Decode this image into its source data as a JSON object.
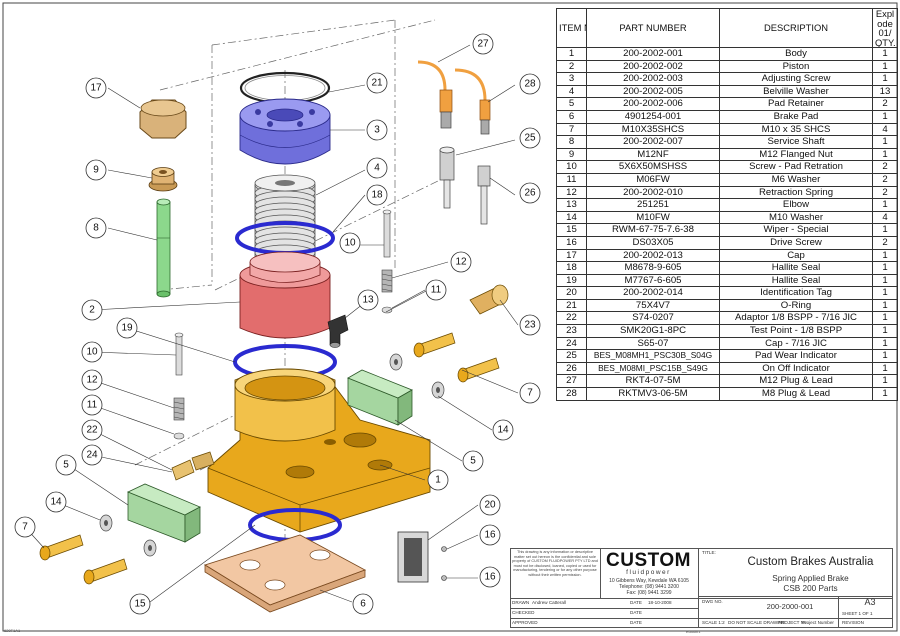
{
  "bom": {
    "headers": {
      "item": "ITEM NO.",
      "part": "PART NUMBER",
      "desc": "DESCRIPTION",
      "qty": "Expl ode 01/ QTY."
    },
    "rows": [
      {
        "item": "1",
        "part": "200-2002-001",
        "desc": "Body",
        "qty": "1"
      },
      {
        "item": "2",
        "part": "200-2002-002",
        "desc": "Piston",
        "qty": "1"
      },
      {
        "item": "3",
        "part": "200-2002-003",
        "desc": "Adjusting Screw",
        "qty": "1"
      },
      {
        "item": "4",
        "part": "200-2002-005",
        "desc": "Belville Washer",
        "qty": "13"
      },
      {
        "item": "5",
        "part": "200-2002-006",
        "desc": "Pad Retainer",
        "qty": "2"
      },
      {
        "item": "6",
        "part": "4901254-001",
        "desc": "Brake Pad",
        "qty": "1"
      },
      {
        "item": "7",
        "part": "M10X35SHCS",
        "desc": "M10 x 35 SHCS",
        "qty": "4"
      },
      {
        "item": "8",
        "part": "200-2002-007",
        "desc": "Service Shaft",
        "qty": "1"
      },
      {
        "item": "9",
        "part": "M12NF",
        "desc": "M12 Flanged Nut",
        "qty": "1"
      },
      {
        "item": "10",
        "part": "5X6X50MSHSS",
        "desc": "Screw - Pad Retration",
        "qty": "2"
      },
      {
        "item": "11",
        "part": "M06FW",
        "desc": "M6 Washer",
        "qty": "2"
      },
      {
        "item": "12",
        "part": "200-2002-010",
        "desc": "Retraction Spring",
        "qty": "2"
      },
      {
        "item": "13",
        "part": "251251",
        "desc": "Elbow",
        "qty": "1"
      },
      {
        "item": "14",
        "part": "M10FW",
        "desc": "M10 Washer",
        "qty": "4"
      },
      {
        "item": "15",
        "part": "RWM-67-75-7.6-38",
        "desc": "Wiper - Special",
        "qty": "1"
      },
      {
        "item": "16",
        "part": "DS03X05",
        "desc": "Drive Screw",
        "qty": "2"
      },
      {
        "item": "17",
        "part": "200-2002-013",
        "desc": "Cap",
        "qty": "1"
      },
      {
        "item": "18",
        "part": "M8678-9-605",
        "desc": "Hallite Seal",
        "qty": "1"
      },
      {
        "item": "19",
        "part": "M7767-6-605",
        "desc": "Hallite Seal",
        "qty": "1"
      },
      {
        "item": "20",
        "part": "200-2002-014",
        "desc": "Identification Tag",
        "qty": "1"
      },
      {
        "item": "21",
        "part": "75X4V7",
        "desc": "O-Ring",
        "qty": "1"
      },
      {
        "item": "22",
        "part": "S74-0207",
        "desc": "Adaptor 1/8 BSPP - 7/16 JIC",
        "qty": "1"
      },
      {
        "item": "23",
        "part": "SMK20G1-8PC",
        "desc": "Test Point - 1/8 BSPP",
        "qty": "1"
      },
      {
        "item": "24",
        "part": "S65-07",
        "desc": "Cap - 7/16 JIC",
        "qty": "1"
      },
      {
        "item": "25",
        "part": "BES_M08MH1_PSC30B_S04G",
        "desc": "Pad Wear Indicator",
        "qty": "1"
      },
      {
        "item": "26",
        "part": "BES_M08MI_PSC15B_S49G",
        "desc": "On Off Indicator",
        "qty": "1"
      },
      {
        "item": "27",
        "part": "RKT4-07-5M",
        "desc": "M12 Plug & Lead",
        "qty": "1"
      },
      {
        "item": "28",
        "part": "RKTMV3-06-5M",
        "desc": "M8 Plug & Lead",
        "qty": "1"
      }
    ]
  },
  "title_block": {
    "company": "Custom Brakes Australia",
    "title_line1": "Spring Applied Brake",
    "title_line2": "CSB 200 Parts",
    "drawing_number": "200-2000-001",
    "sheet_size": "A3",
    "logo_text": "CUSTOM",
    "logo_sub": "fluidpower",
    "address_line1": "10 Gibbens Way, Kewdale WA 6105",
    "address_line2": "Telephone: (08) 9441 3200",
    "address_line3": "Fax: (08) 9441 3299",
    "disclaimer": "This drawing is any information or descriptive matter set out hereon is the confidential and sole property of CUSTOM FLUIDPOWER PTY LTD and must not be disclosed, loaned, copied or used for manufacturing, tendering or for any other purpose without their written permission.",
    "drawn_by_label": "DRAWN",
    "drawn_by": "Andrew Catterall",
    "date_label": "DATE",
    "drawn_date": "18-10-2008",
    "checked_label": "CHECKED",
    "approved_label": "APPROVED",
    "scale_label": "SCALE 1:2",
    "do_not_scale": "DO NOT SCALE DRAWING",
    "project_label": "PROJECT No.",
    "project_value": "Project Number",
    "dwg_no_label": "DWG NO.",
    "sheet_label": "SHEET 1 OF 1",
    "revision_label": "REVISION",
    "title_label": "TITLE:"
  },
  "balloons": [
    "1",
    "2",
    "3",
    "4",
    "5",
    "5",
    "6",
    "7",
    "7",
    "8",
    "9",
    "10",
    "10",
    "11",
    "11",
    "12",
    "12",
    "13",
    "14",
    "14",
    "15",
    "16",
    "16",
    "17",
    "18",
    "19",
    "20",
    "21",
    "22",
    "23",
    "24",
    "25",
    "26",
    "27",
    "28"
  ],
  "colors": {
    "body": "#e8a81c",
    "piston": "#e26d6d",
    "adjusting_screw": "#7777e0",
    "washers": "#d6d6d6",
    "seals": "#2a2ad0",
    "pad_retainer": "#a5d6a0",
    "brake_pad": "#f2c7a3",
    "shaft": "#8cd88c",
    "cap": "#d9b27a",
    "sensor_lead": "#f0a040"
  },
  "footer": {
    "left": "620F1A1",
    "mid": "Edition1"
  }
}
